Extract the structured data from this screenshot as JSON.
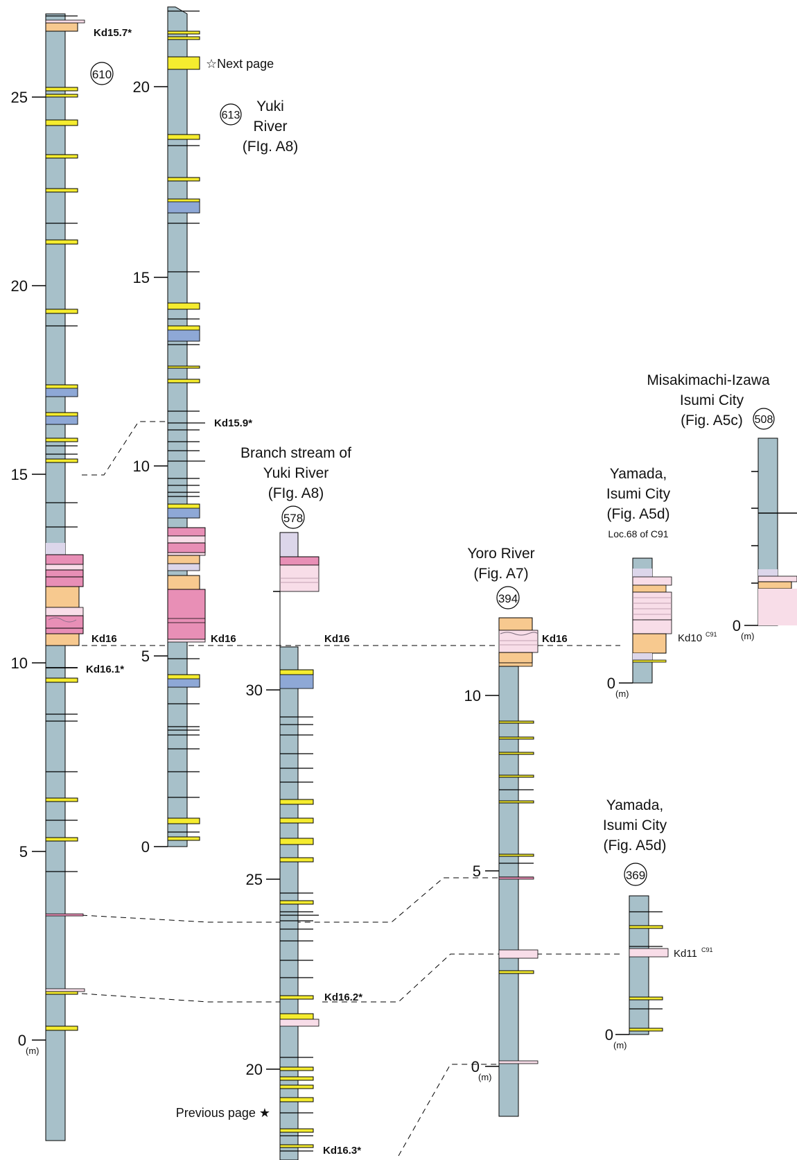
{
  "colors": {
    "column": "#a7c0c9",
    "yellow": "#f5ec2f",
    "pink": "#e88fb6",
    "light_pink": "#f8dde8",
    "orange": "#f7c98f",
    "lavender": "#dcd6ea",
    "blue": "#8ea8d6",
    "line": "#000000"
  },
  "columns": [
    {
      "id": "610",
      "title_lines": [],
      "number": "610",
      "ticks": [
        "25",
        "20",
        "15",
        "10",
        "5",
        "0"
      ],
      "unit": "(m)",
      "labels": [
        "Kd15.7*",
        "Kd16",
        "Kd16.1*"
      ]
    },
    {
      "id": "613",
      "title_lines": [
        "Yuki",
        "River",
        "(FIg. A8)"
      ],
      "number": "613",
      "ticks": [
        "20",
        "15",
        "10",
        "5",
        "0"
      ],
      "unit": "",
      "labels": [
        "Kd15.9*",
        "Kd16"
      ],
      "note": "☆Next page"
    },
    {
      "id": "578",
      "title_lines": [
        "Branch stream of",
        "Yuki River",
        "(FIg. A8)"
      ],
      "number": "578",
      "ticks": [
        "30",
        "25",
        "20"
      ],
      "unit": "",
      "labels": [
        "Kd16",
        "Kd16.2*",
        "Kd16.3*"
      ],
      "note": "Previous page ★"
    },
    {
      "id": "394",
      "title_lines": [
        "Yoro River",
        "(Fig. A7)"
      ],
      "number": "394",
      "ticks": [
        "10",
        "5",
        "0"
      ],
      "unit": "(m)",
      "labels": [
        "Kd16"
      ]
    },
    {
      "id": "loc68",
      "title_lines": [
        "Yamada,",
        "Isumi City",
        "(Fig. A5d)"
      ],
      "subtitle": "Loc.68 of C91",
      "ticks": [
        "0"
      ],
      "unit": "(m)",
      "labels": [
        "Kd10",
        "C91"
      ]
    },
    {
      "id": "369",
      "title_lines": [
        "Yamada,",
        "Isumi City",
        "(Fig. A5d)"
      ],
      "number": "369",
      "ticks": [
        "0"
      ],
      "unit": "(m)",
      "labels": [
        "Kd11",
        "C91"
      ]
    },
    {
      "id": "508",
      "title_lines": [
        "Misakimachi-Izawa",
        "Isumi City",
        "(Fig. A5c)"
      ],
      "number": "508",
      "ticks": [
        "0"
      ],
      "unit": "(m)"
    }
  ]
}
